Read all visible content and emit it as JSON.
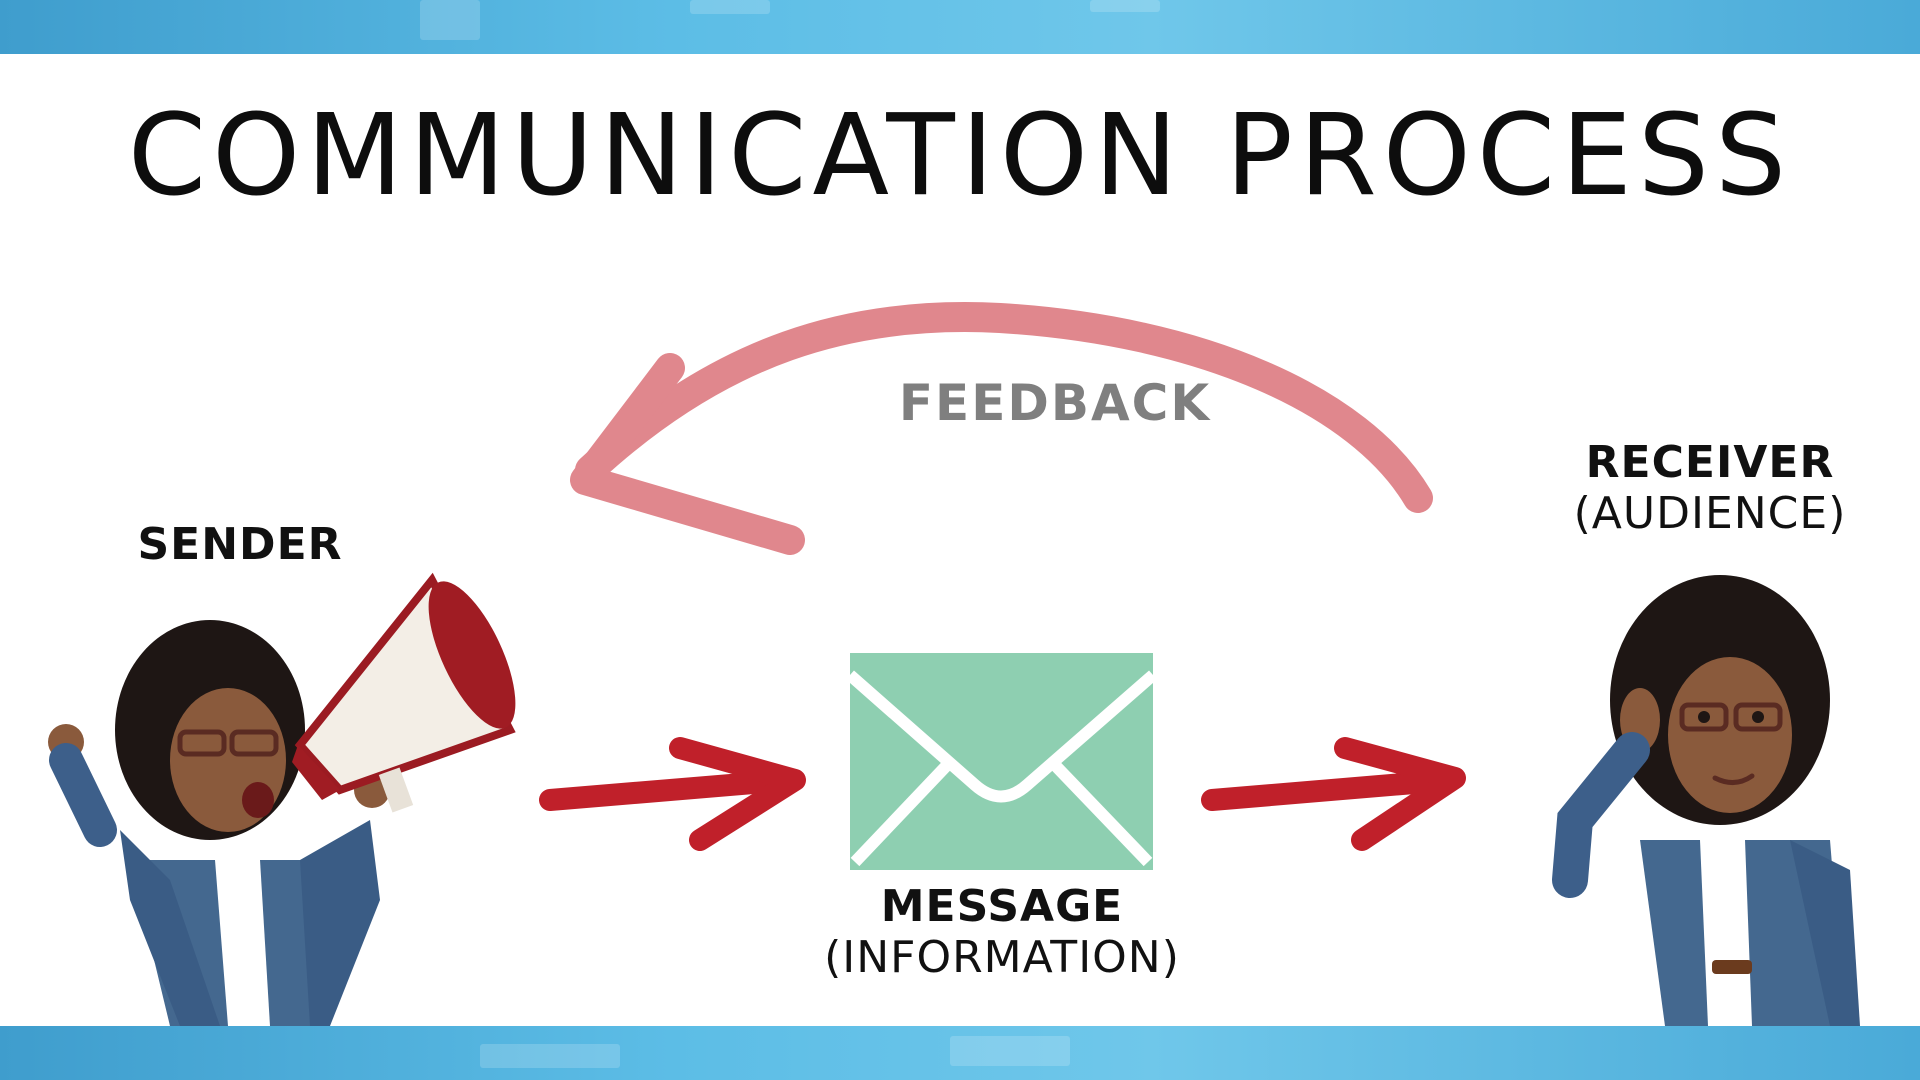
{
  "title": "COMMUNICATION PROCESS",
  "sender": {
    "label": "SENDER"
  },
  "message": {
    "label": "MESSAGE",
    "sublabel": "(INFORMATION)"
  },
  "receiver": {
    "label": "RECEIVER",
    "sublabel": "(AUDIENCE)"
  },
  "feedback": {
    "label": "FEEDBACK"
  },
  "icons": {
    "message": "envelope-icon",
    "sender": "person-with-megaphone-icon",
    "receiver": "person-listening-icon",
    "arrows": [
      "arrow-right-icon",
      "arrow-right-icon",
      "curved-arrow-left-icon"
    ]
  },
  "colors": {
    "band": "#5cbde6",
    "envelope": "#8ecfb1",
    "arrow": "#c0202a",
    "feedback_arrow": "#e0878d",
    "feedback_text": "#7f7f7f",
    "text": "#111111"
  }
}
